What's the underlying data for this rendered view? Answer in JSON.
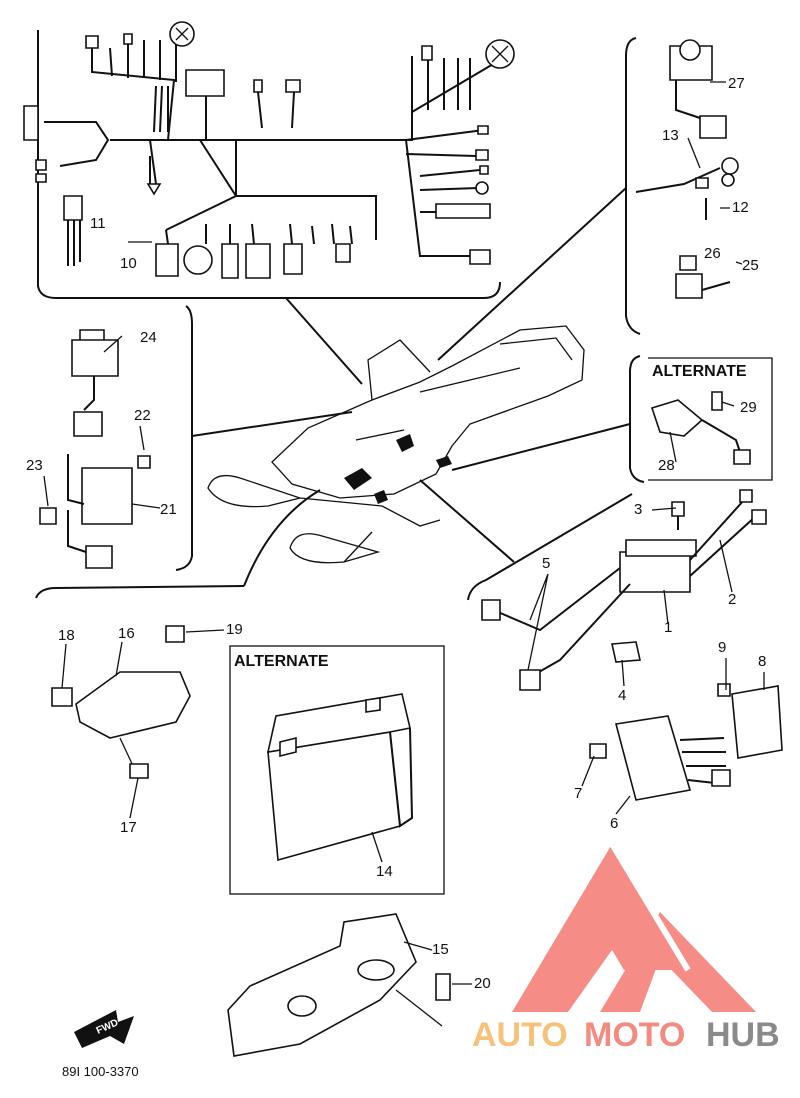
{
  "diagram": {
    "part_numbers": [
      "1",
      "2",
      "3",
      "4",
      "5",
      "6",
      "7",
      "8",
      "9",
      "10",
      "11",
      "12",
      "13",
      "14",
      "15",
      "16",
      "17",
      "18",
      "19",
      "20",
      "21",
      "22",
      "23",
      "24",
      "25",
      "26",
      "27",
      "28",
      "29"
    ],
    "alternate_labels": [
      "ALTERNATE",
      "ALTERNATE"
    ],
    "direction_arrow": "FWD",
    "drawing_code": "89I 100-3370"
  },
  "watermark": {
    "word_part1": "AUTO",
    "word_part2": "MOTO",
    "word_part3": "HUB",
    "colors": {
      "auto": "#f4c27a",
      "moto": "#f28b80",
      "hub": "#8a8a8a",
      "logo": "#f47a72"
    }
  },
  "icons": [
    "harness-icon",
    "ignition-coil-icon",
    "cdi-unit-icon",
    "battery-icon",
    "battery-tray-icon",
    "main-switch-icon",
    "relay-icon",
    "plug-cap-icon",
    "snowmobile-icon",
    "fwd-arrow-icon",
    "watermark-logo-icon"
  ]
}
